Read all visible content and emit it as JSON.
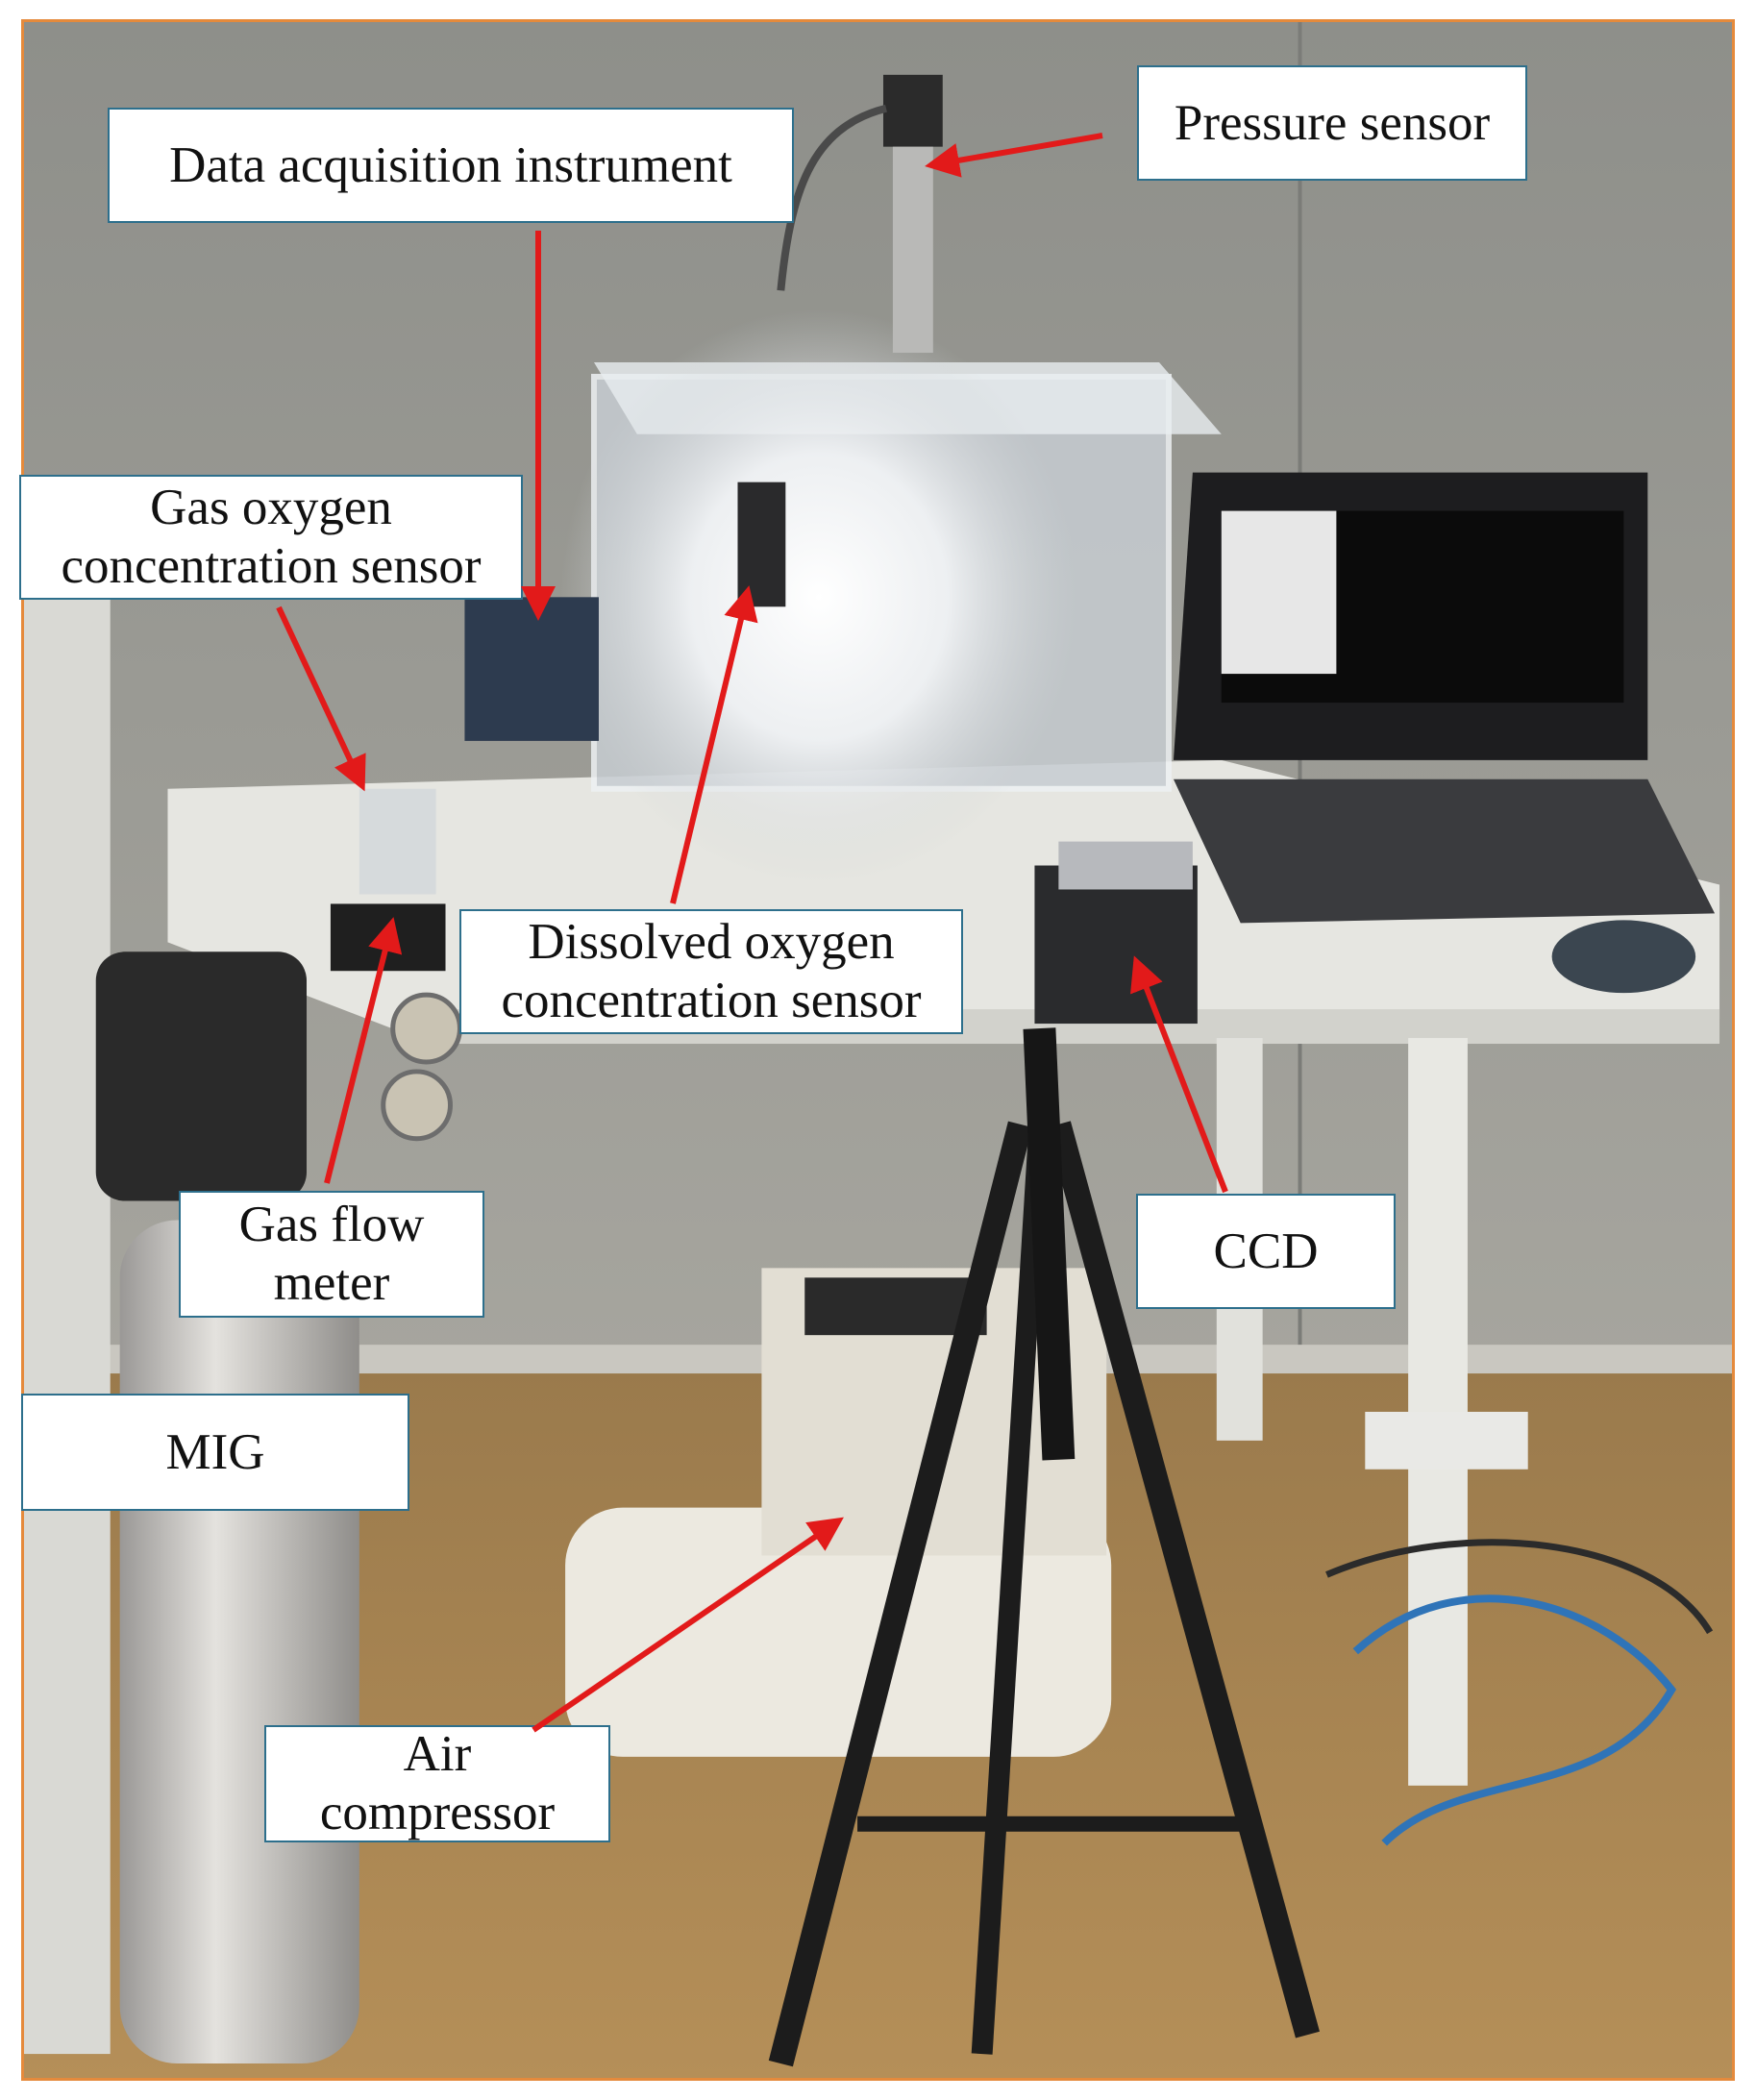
{
  "colors": {
    "border": "#e58a3c",
    "label_border": "#2d6f8c",
    "arrow": "#e21a1a"
  },
  "labels": {
    "pressure_sensor": "Pressure sensor",
    "data_acquisition": "Data acquisition instrument",
    "gas_oxygen_sensor": "Gas oxygen\nconcentration sensor",
    "dissolved_oxygen_sensor": "Dissolved oxygen\nconcentration sensor",
    "gas_flow_meter": "Gas flow\nmeter",
    "ccd": "CCD",
    "mig": "MIG",
    "air_compressor": "Air\ncompressor"
  }
}
